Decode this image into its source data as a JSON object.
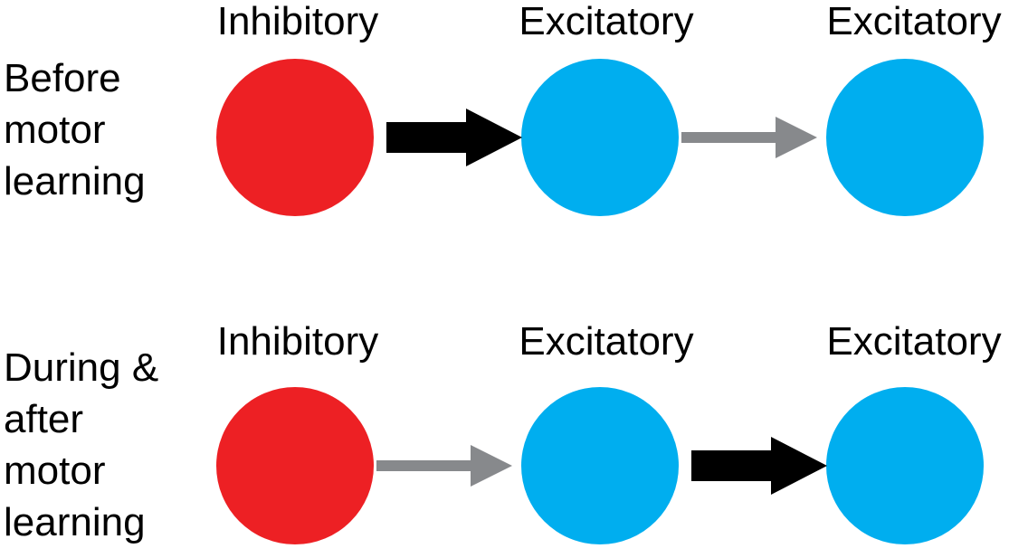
{
  "diagram": {
    "title_implicit": "Synaptic connection change with motor learning",
    "colors": {
      "inhibitory_neuron": "#ED2024",
      "excitatory_neuron": "#00AEEF",
      "strong_connection": "#000000",
      "weak_connection": "#87898C"
    },
    "rows": [
      {
        "label": "Before\nmotor\nlearning",
        "nodes": [
          {
            "label": "Inhibitory",
            "type": "inhibitory"
          },
          {
            "label": "Excitatory",
            "type": "excitatory"
          },
          {
            "label": "Excitatory",
            "type": "excitatory"
          }
        ],
        "connections": [
          {
            "from": "Inhibitory",
            "to": "Excitatory-1",
            "strength": "strong",
            "style": "thick-black-arrow"
          },
          {
            "from": "Excitatory-1",
            "to": "Excitatory-2",
            "strength": "weak",
            "style": "thin-gray-arrow"
          }
        ]
      },
      {
        "label": "During &\nafter\nmotor\nlearning",
        "nodes": [
          {
            "label": "Inhibitory",
            "type": "inhibitory"
          },
          {
            "label": "Excitatory",
            "type": "excitatory"
          },
          {
            "label": "Excitatory",
            "type": "excitatory"
          }
        ],
        "connections": [
          {
            "from": "Inhibitory",
            "to": "Excitatory-1",
            "strength": "weak",
            "style": "thin-gray-arrow"
          },
          {
            "from": "Excitatory-1",
            "to": "Excitatory-2",
            "strength": "strong",
            "style": "thick-black-arrow"
          }
        ]
      }
    ]
  }
}
